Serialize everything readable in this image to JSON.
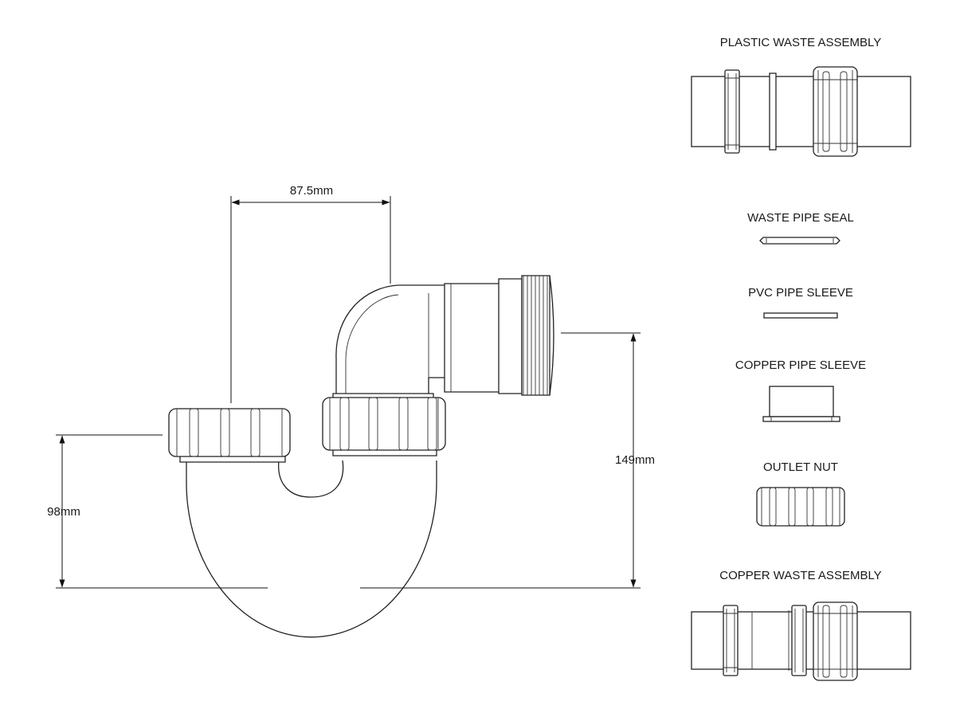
{
  "dimensions": {
    "width_top": "87.5mm",
    "height_right": "149mm",
    "height_left": "98mm"
  },
  "components": {
    "plastic_waste_assembly": "PLASTIC WASTE ASSEMBLY",
    "waste_pipe_seal": "WASTE PIPE SEAL",
    "pvc_pipe_sleeve": "PVC PIPE SLEEVE",
    "copper_pipe_sleeve": "COPPER PIPE SLEEVE",
    "outlet_nut": "OUTLET NUT",
    "copper_waste_assembly": "COPPER WASTE ASSEMBLY"
  }
}
